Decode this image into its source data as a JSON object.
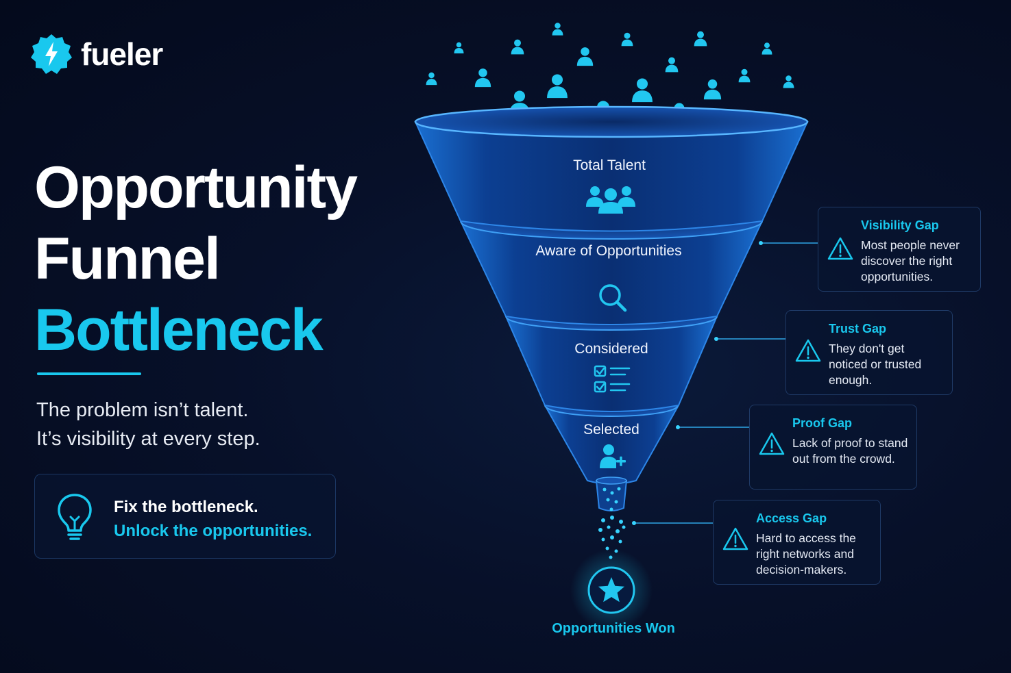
{
  "brand": {
    "name": "fueler",
    "icon": "lightning-badge-icon",
    "accent": "#19c8ee"
  },
  "headline": {
    "line1": "Opportunity",
    "line2": "Funnel",
    "line3": "Bottleneck"
  },
  "subtitle": {
    "line1": "The problem isn’t talent.",
    "line2": "It’s visibility at every step."
  },
  "cta": {
    "icon": "lightbulb-icon",
    "line1": "Fix the bottleneck.",
    "line2": "Unlock the opportunities."
  },
  "funnel": {
    "stages": [
      {
        "label": "Total Talent",
        "icon": "people-group-icon"
      },
      {
        "label": "Aware of Opportunities",
        "icon": "search-icon"
      },
      {
        "label": "Considered",
        "icon": "checklist-icon"
      },
      {
        "label": "Selected",
        "icon": "add-person-icon"
      }
    ],
    "outcome": {
      "label": "Opportunities Won",
      "icon": "star-icon"
    }
  },
  "gaps": [
    {
      "title": "Visibility Gap",
      "description": "Most people never discover the right opportunities.",
      "icon": "warning-icon"
    },
    {
      "title": "Trust Gap",
      "description": "They don't get noticed or trusted enough.",
      "icon": "warning-icon"
    },
    {
      "title": "Proof Gap",
      "description": "Lack of proof to stand out from the crowd.",
      "icon": "warning-icon"
    },
    {
      "title": "Access Gap",
      "description": "Hard to access the right networks and decision-makers.",
      "icon": "warning-icon"
    }
  ]
}
